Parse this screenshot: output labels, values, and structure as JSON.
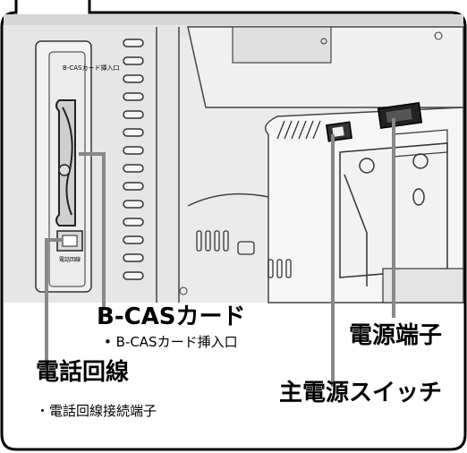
{
  "labels": {
    "bcas_title": "B-CASカード",
    "bcas_sub": "• B-CASカード挿入口",
    "phone_title": "電話回線",
    "phone_sub": "・電話回線接続端子",
    "power_terminal": "電源端子",
    "main_switch": "主電源スイッチ"
  },
  "device_markings": {
    "card_slot_label": "B-CASカード挿入口",
    "phone_port_label": "電話回線"
  }
}
